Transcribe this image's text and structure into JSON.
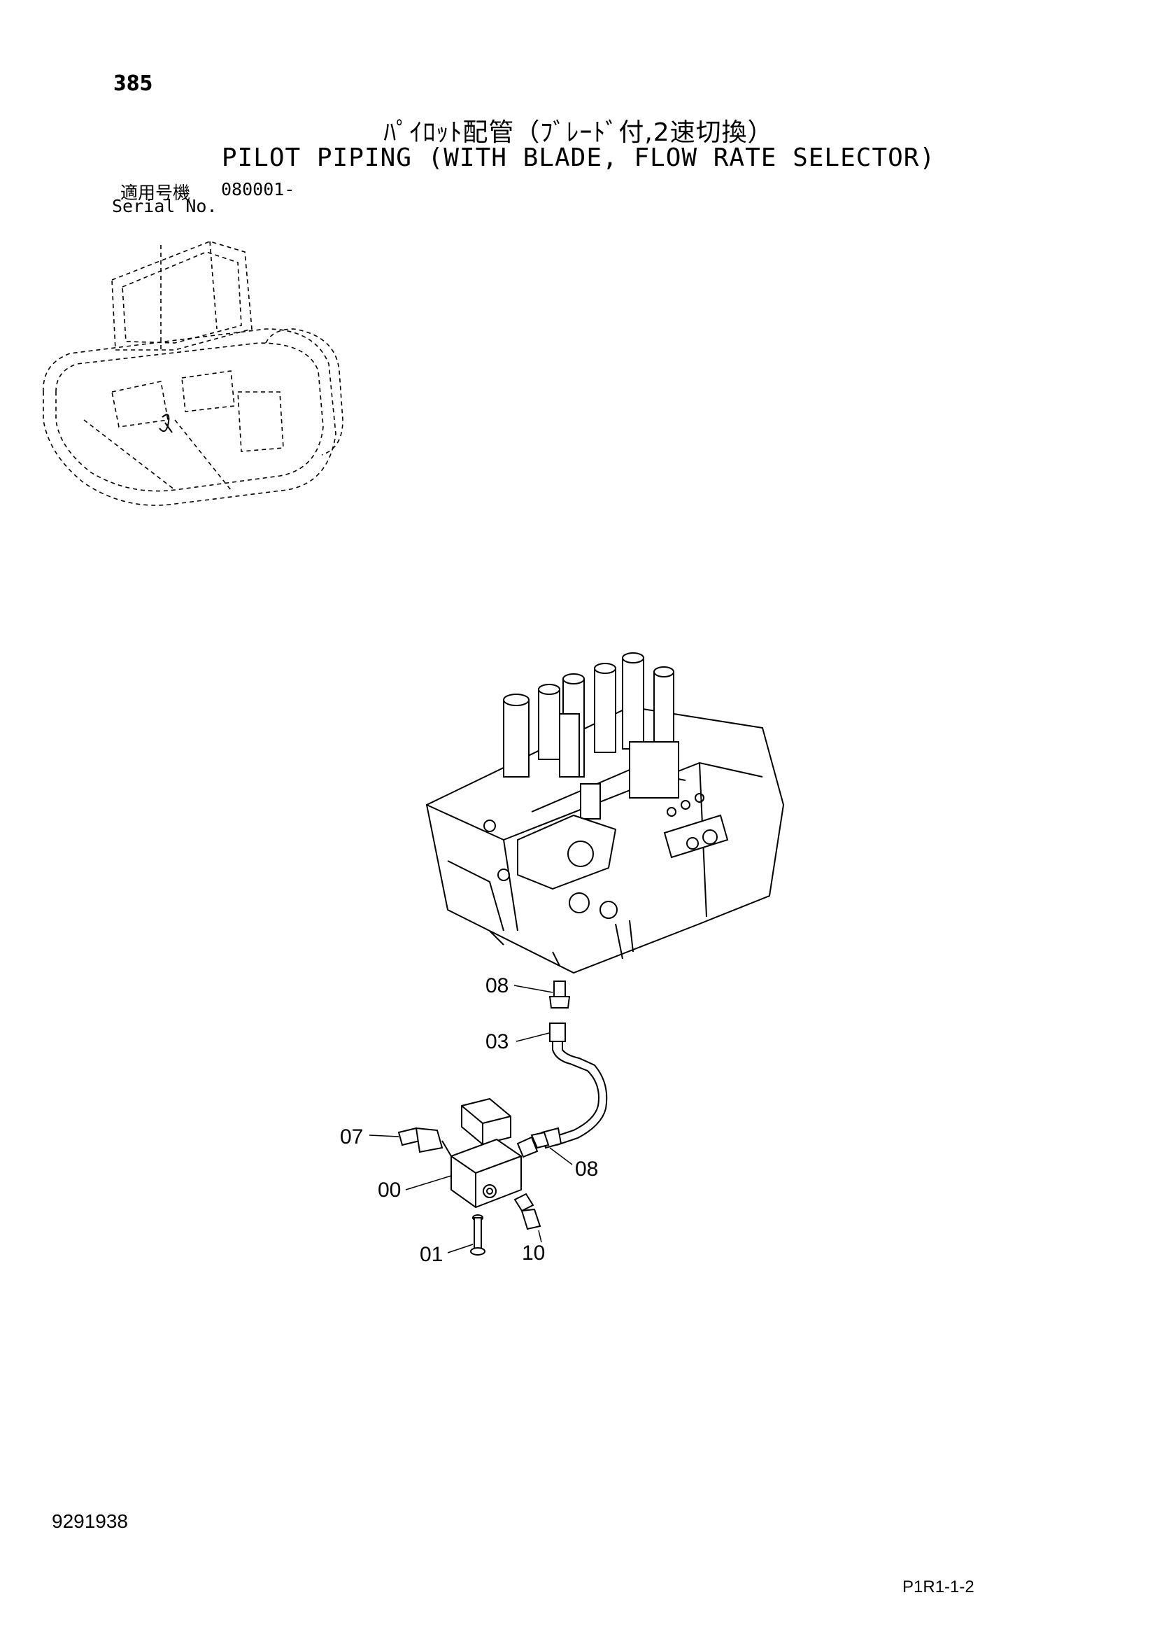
{
  "header": {
    "page_number": "385",
    "title_jp": "ﾊﾟｲﾛｯﾄ配管（ﾌﾞﾚｰﾄﾞ付,2速切換）",
    "title_en": "PILOT PIPING (WITH BLADE, FLOW RATE SELECTOR)",
    "serial_label_jp": "適用号機",
    "serial_value": "080001-",
    "serial_label_en": "Serial No."
  },
  "callouts": [
    "08",
    "03",
    "07",
    "08",
    "00",
    "10",
    "01"
  ],
  "footer": {
    "doc_number": "9291938",
    "page_code": "P1R1-1-2"
  }
}
